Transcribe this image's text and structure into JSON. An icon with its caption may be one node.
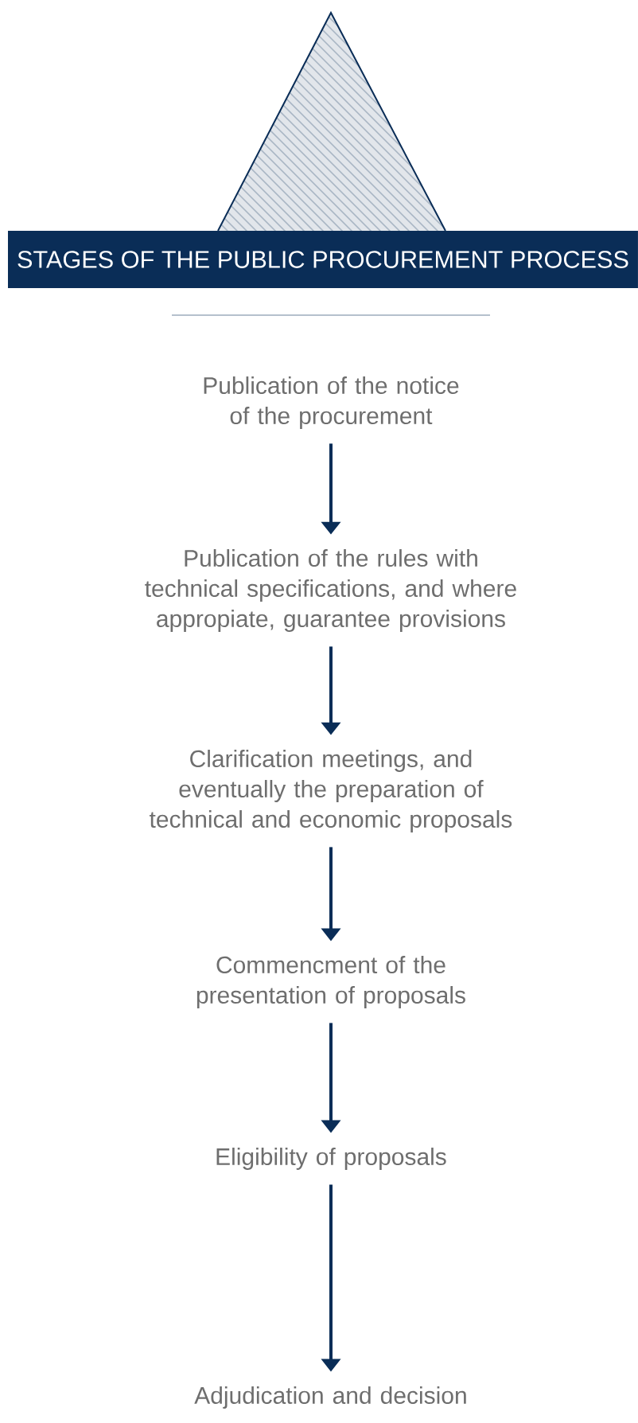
{
  "diagram": {
    "title": "STAGES OF THE PUBLIC PROCUREMENT PROCESS",
    "nodes": [
      {
        "text": [
          "Publication of the notice of the procurement"
        ]
      },
      {
        "text": [
          "Publication of the rules with technical specifications, and where appropiate, guarantee provisions"
        ]
      },
      {
        "text": [
          "Clarification meetings, and eventually the preparation of technical and economic proposals"
        ]
      },
      {
        "text": [
          "Commencment of the presentation of proposals"
        ]
      },
      {
        "text": [
          "Eligibility of proposals"
        ]
      },
      {
        "text": [
          "Adjudication and decision"
        ]
      }
    ],
    "edges": [
      {
        "from": 0,
        "to": 1,
        "arrow": "to"
      },
      {
        "from": 1,
        "to": 2,
        "arrow": "to"
      },
      {
        "from": 2,
        "to": 3,
        "arrow": "to"
      },
      {
        "from": 3,
        "to": 4,
        "arrow": "to"
      },
      {
        "from": 4,
        "to": 5,
        "arrow": "to"
      }
    ]
  }
}
